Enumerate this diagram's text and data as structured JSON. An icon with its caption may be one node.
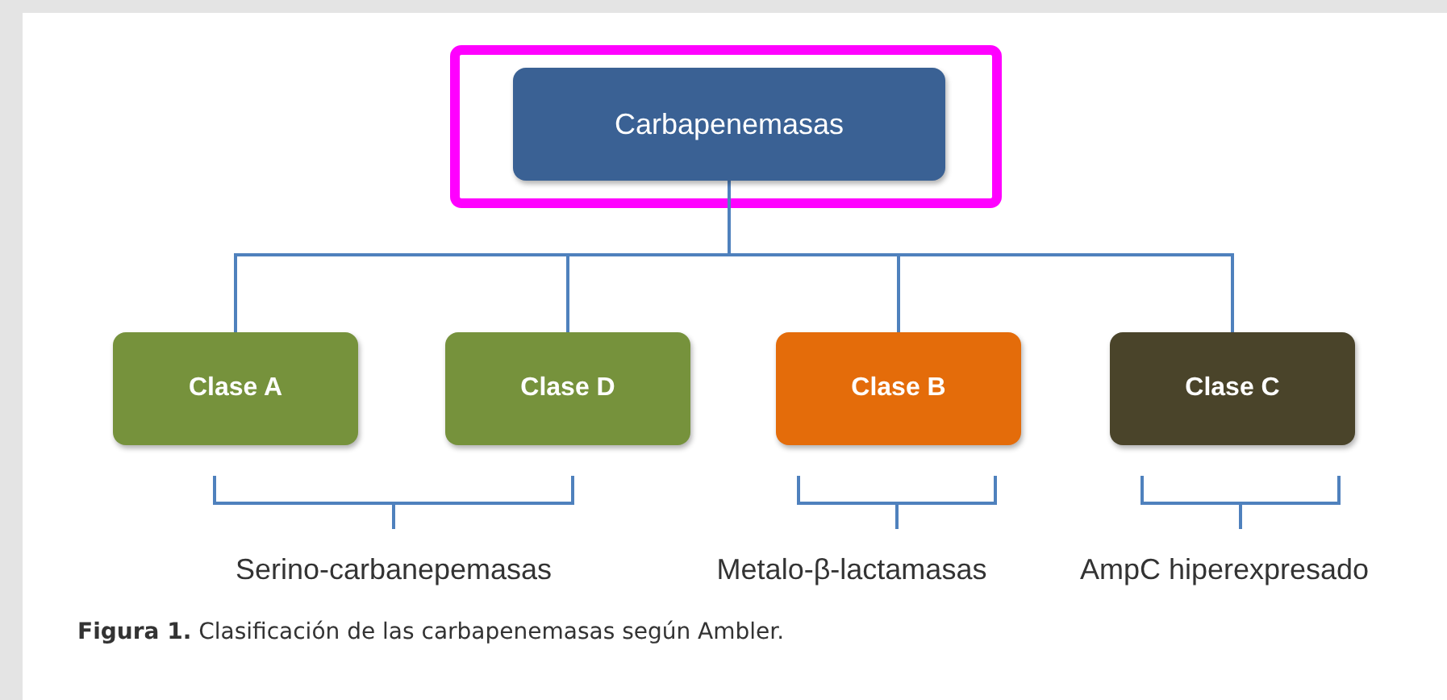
{
  "diagram": {
    "caption": "**Figura 1.** Clasificación de las carbapenemasas según Ambler.",
    "nodes": [
      {
        "text": [
          "Carbapenemasas"
        ]
      },
      {
        "text": [
          "Clase A"
        ]
      },
      {
        "text": [
          "Clase D"
        ]
      },
      {
        "text": [
          "Clase B"
        ]
      },
      {
        "text": [
          "Clase C"
        ]
      }
    ],
    "edges": [
      {
        "from": 0,
        "to": 1,
        "arrow": "none"
      },
      {
        "from": 0,
        "to": 2,
        "arrow": "none"
      },
      {
        "from": 0,
        "to": 3,
        "arrow": "none"
      },
      {
        "from": 0,
        "to": 4,
        "arrow": "none"
      }
    ],
    "labels": [
      "Serino-carbanepemasas",
      "Metalo-β-lactamasas",
      "AmpC hiperexpresado"
    ]
  }
}
